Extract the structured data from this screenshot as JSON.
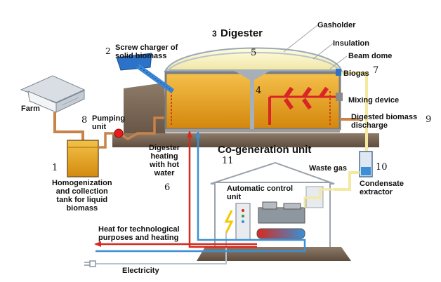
{
  "labels": {
    "digester": "Digester",
    "gasholder": "Gasholder",
    "insulation": "Insulation",
    "beam_dome": "Beam dome",
    "biogas": "Biogas",
    "screw_charger": "Screw charger of\nsolid biomass",
    "farm": "Farm",
    "pumping_unit": "Pumping\nunit",
    "mixing_device": "Mixing device",
    "digested_discharge": "Digested biomass\ndischarge",
    "digester_heating": "Digester\nheating\nwith hot\nwater",
    "cogeneration": "Co-generation unit",
    "waste_gas": "Waste gas",
    "condensate_extractor": "Condensate\nextractor",
    "automatic_control": "Automatic control\nunit",
    "homogenization": "Homogenization\nand collection\ntank for liquid\nbiomass",
    "heat_tech": "Heat for technological\npurposes and heating",
    "electricity": "Electricity"
  },
  "numbers": {
    "n1": "1",
    "n2": "2",
    "n3": "3",
    "n4": "4",
    "n5": "5",
    "n6": "6",
    "n7": "7",
    "n8": "8",
    "n9": "9",
    "n10": "10",
    "n11": "11"
  },
  "colors": {
    "biomass": "#e8a21a",
    "pipe_biomass": "#c8834a",
    "hot_water": "#d62a1e",
    "cold_water": "#3a8fd6",
    "gas_line": "#f3e9a0",
    "ground": "#6e5a4a"
  }
}
